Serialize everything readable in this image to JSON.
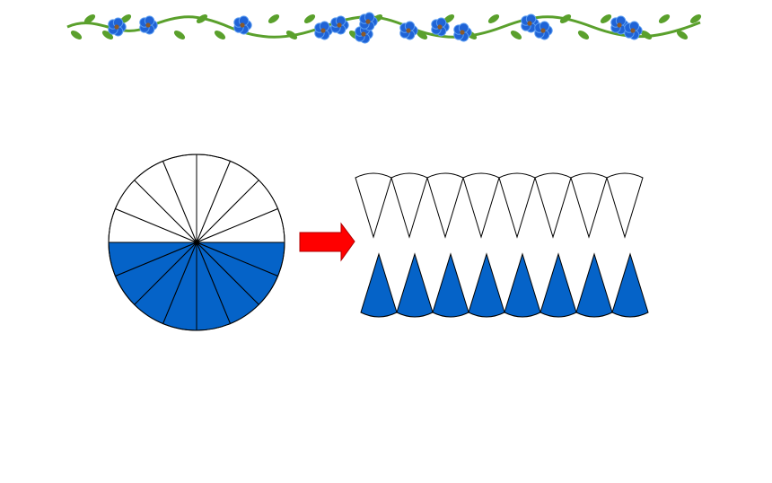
{
  "decoration": {
    "vine_icon": "flower-vine-border",
    "leaf_color": "#5aa02c",
    "flower_color": "#1f63d6",
    "flower_light": "#5b9cf0",
    "flower_center": "#8a5a2b",
    "flower_count": 14
  },
  "circle": {
    "sectors": 16,
    "shaded_sectors": 8,
    "shaded_fraction": 0.5,
    "fill_color": "#0563c8",
    "stroke_color": "#000000"
  },
  "arrow": {
    "icon": "right-arrow-icon",
    "color": "#ff0000",
    "stroke": "#b00000"
  },
  "rearranged": {
    "top_row_count": 8,
    "bottom_row_count": 8,
    "top_fill": "#ffffff",
    "bottom_fill": "#0563c8"
  }
}
